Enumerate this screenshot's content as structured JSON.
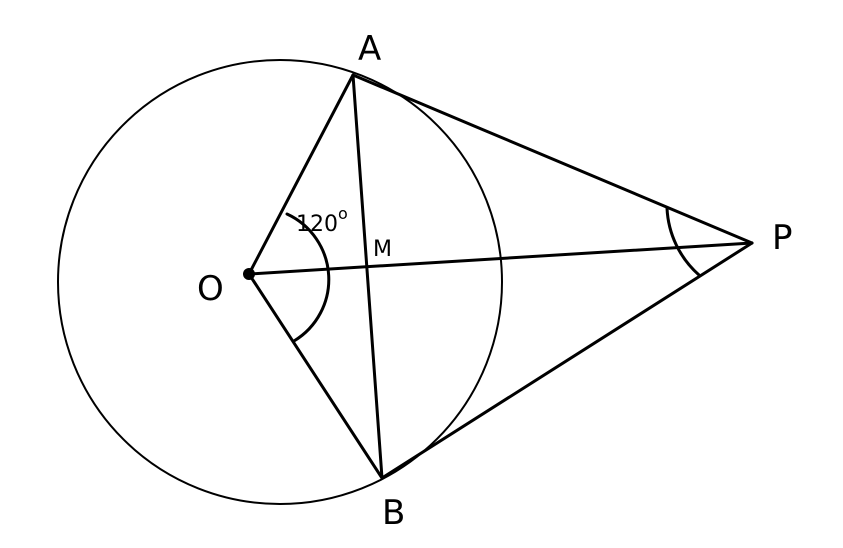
{
  "points": {
    "A": "A",
    "B": "B",
    "O": "O",
    "P": "P",
    "M": "M"
  },
  "angle_label": {
    "value": "120",
    "unit": "o"
  },
  "colors": {
    "ink": "#000000",
    "background": "#ffffff"
  }
}
